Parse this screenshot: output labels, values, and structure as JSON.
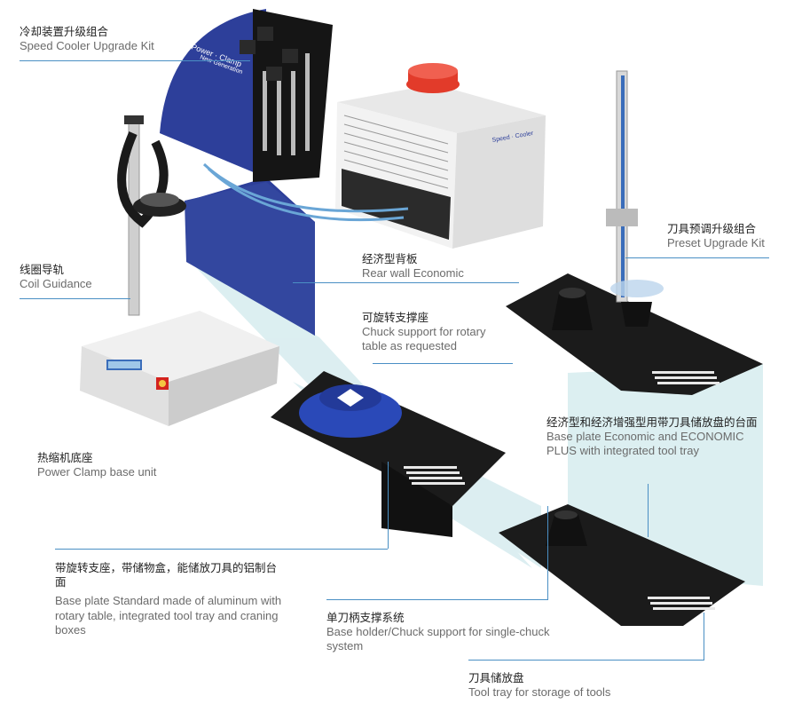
{
  "colors": {
    "leader_line": "#4a8fc4",
    "text_cn": "#222222",
    "text_en": "#6b6b6b",
    "blue_panel": "#2d3f9a",
    "plate": "#1b1b1b",
    "beam": "#d6ecef"
  },
  "graphics": {
    "cooler_badge": "Speed · Cooler",
    "power_clamp_text": "Power · Clamp",
    "power_clamp_sub": "New Generation"
  },
  "labels": {
    "speed_cooler": {
      "cn": "冷却装置升级组合",
      "en": "Speed Cooler Upgrade Kit"
    },
    "coil_guidance": {
      "cn": "线圈导轨",
      "en": "Coil Guidance"
    },
    "rear_wall": {
      "cn": "经济型背板",
      "en": "Rear wall Economic"
    },
    "chuck_support_rotary": {
      "cn": "可旋转支撑座",
      "en": "Chuck support for rotary table as requested"
    },
    "preset_kit": {
      "cn": "刀具预调升级组合",
      "en": "Preset Upgrade Kit"
    },
    "base_plate_economic": {
      "cn": "经济型和经济增强型用带刀具储放盘的台面",
      "en": "Base plate Economic and ECONOMIC PLUS with integrated tool tray"
    },
    "power_clamp_base": {
      "cn": "热缩机底座",
      "en": "Power Clamp base unit"
    },
    "base_plate_standard": {
      "cn": "带旋转支座，带储物盒，能储放刀具的铝制台面",
      "en": "Base plate Standard made of aluminum with rotary table, integrated tool tray and craning boxes"
    },
    "base_holder": {
      "cn": "单刀柄支撑系统",
      "en": "Base holder/Chuck support for single-chuck system"
    },
    "tool_tray": {
      "cn": "刀具储放盘",
      "en": "Tool tray for storage of tools"
    }
  }
}
